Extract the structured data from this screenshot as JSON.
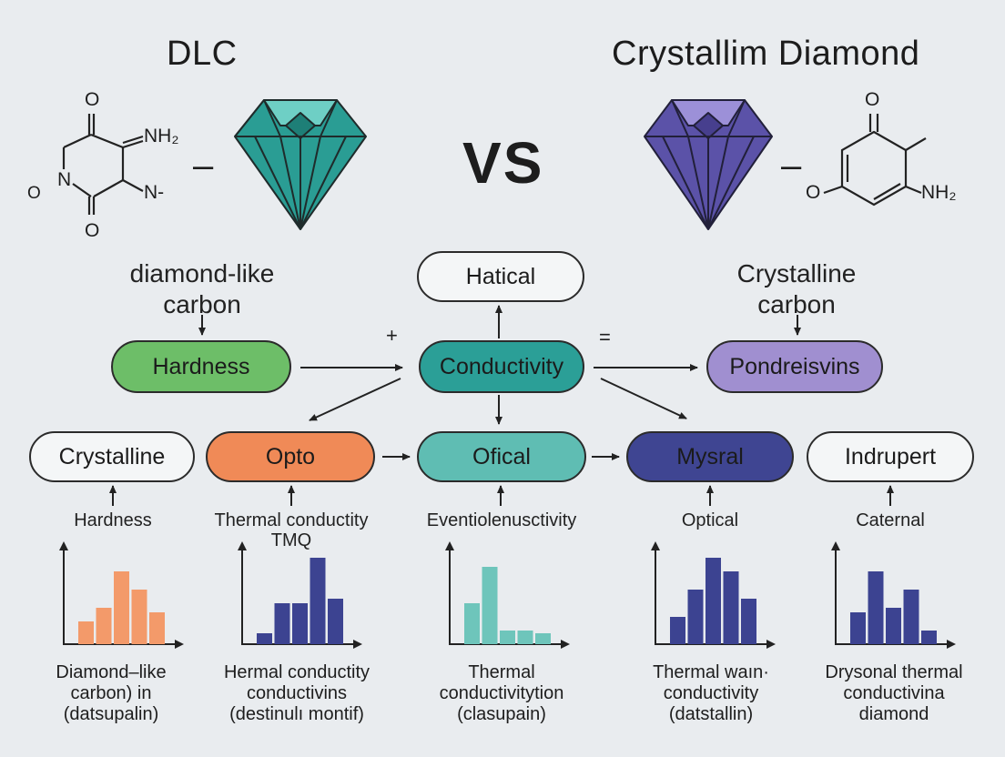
{
  "titles": {
    "left": "DLC",
    "right": "Crystallim Diamond",
    "versus": "VS"
  },
  "molecule_left": {
    "o_top": "O",
    "nh2": "NH₂",
    "o_left": "O",
    "n": "N",
    "n_minus": "N-",
    "o_bottom": "O"
  },
  "molecule_right": {
    "o_top": "O",
    "o_left": "O",
    "nh2": "NH₂"
  },
  "dash": "–",
  "labels": {
    "left_line1": "diamond-like",
    "left_line2": "carbon",
    "right_line1": "Crystalline",
    "right_line2": "carbon",
    "plus": "+",
    "equals": "="
  },
  "nodes": {
    "hatical": "Hatical",
    "hardness": "Hardness",
    "conductivity": "Conductivity",
    "pondreisvins": "Pondreisvins",
    "crystalline": "Crystalline",
    "opto": "Opto",
    "ofical": "Ofical",
    "mysral": "Mysral",
    "indrupert": "Indrupert"
  },
  "colors": {
    "diamond_left": "#2a9d94",
    "diamond_right": "#5b52a8",
    "hardness": "#6dbe68",
    "conductivity": "#2b9f97",
    "pondreisvins": "#a08fd0",
    "opto": "#f08a57",
    "ofical": "#5fbdb3",
    "mysral": "#3f4592",
    "chart_orange": "#f39a6a",
    "chart_navy": "#3c4391",
    "chart_teal": "#6ec5bb"
  },
  "sub_labels": {
    "c1": "Hardness",
    "c2_line1": "Thermal conductity",
    "c2_line2": "TMQ",
    "c3": "Eventiolenusctivity",
    "c4": "Optical",
    "c5": "Caternal"
  },
  "captions": {
    "c1": [
      "Diamond–like",
      "carbon) in",
      "(datsupalin)"
    ],
    "c2": [
      "Hermal conductity",
      "conductivins",
      "(destinulı montif)"
    ],
    "c3": [
      "Thermal",
      "conductivitytion",
      "(clasupain)"
    ],
    "c4": [
      "Thermal waın·",
      "conductivity",
      "(datstallin)"
    ],
    "c5": [
      "Drysonal thermal",
      "conductivina",
      "diamond"
    ]
  },
  "chart_data": [
    {
      "type": "bar",
      "color": "orange",
      "values": [
        2.5,
        4,
        8,
        6,
        3.5
      ]
    },
    {
      "type": "bar",
      "color": "navy",
      "values": [
        1.2,
        4.5,
        4.5,
        9.5,
        5
      ]
    },
    {
      "type": "bar",
      "color": "teal",
      "values": [
        4.5,
        8.5,
        1.5,
        1.5,
        1.2
      ]
    },
    {
      "type": "bar",
      "color": "navy",
      "values": [
        3,
        6,
        9.5,
        8,
        5
      ]
    },
    {
      "type": "bar",
      "color": "navy",
      "values": [
        3.5,
        8,
        4,
        6,
        1.5
      ]
    }
  ]
}
